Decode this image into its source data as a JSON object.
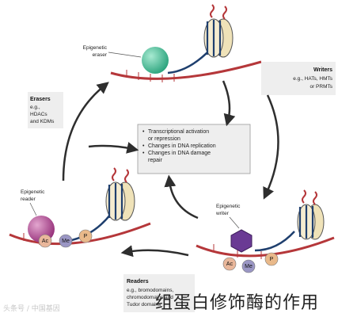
{
  "eraser": {
    "role_label": "Epigenetic eraser",
    "box_title": "Erasers",
    "box_text": "e.g., HDACs and KDMs"
  },
  "writer": {
    "role_label": "Epigenetic writer",
    "box_title": "Writers",
    "box_text": "e.g., HATs, HMTs or PRMTs"
  },
  "reader": {
    "role_label": "Epigenetic reader",
    "box_title": "Readers",
    "box_text": "e.g., bromodomains, chromodomains and Tudor domains"
  },
  "modifications": {
    "acetyl": "Ac",
    "methyl": "Me",
    "phospho": "P"
  },
  "outcomes": [
    "Transcriptional activation or repression",
    "Changes in DNA replication",
    "Changes in DNA damage repair"
  ],
  "caption": "组蛋白修饰酶的作用",
  "watermark": "头条号 / 中国基因",
  "colors": {
    "eraser": "#3dbf95",
    "writer": "#6a3a94",
    "reader": "#b1438e",
    "dna": "#b5373a",
    "histone_tail": "#1f3f6e",
    "nucleosome": "#efe2b8",
    "box": "#eeeeee",
    "ac": "#e9b79b",
    "me": "#9a96c4",
    "p": "#e9b98a"
  }
}
